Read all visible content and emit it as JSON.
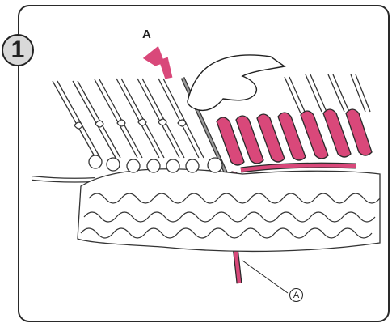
{
  "step_number": "1",
  "arrow_label": "A",
  "yarn_label": "A",
  "colors": {
    "accent": "#d9487a",
    "outline": "#2a2a2a",
    "badge": "#d9d9d9"
  }
}
